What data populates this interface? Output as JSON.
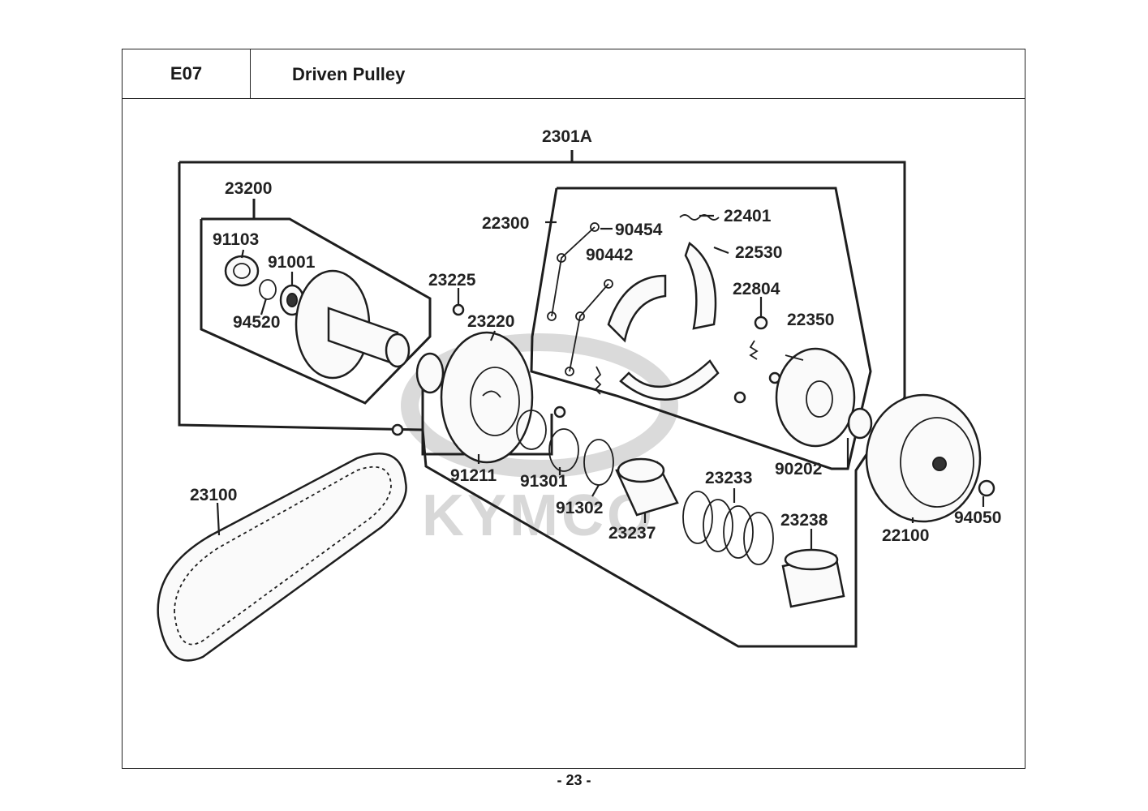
{
  "header": {
    "section_code": "E07",
    "title": "Driven Pulley"
  },
  "watermark": "KYMCO",
  "footer": {
    "page": "- 23 -"
  },
  "labels": {
    "p2301A": "2301A",
    "p23200": "23200",
    "p91103": "91103",
    "p91001": "91001",
    "p94520": "94520",
    "p23225": "23225",
    "p23220": "23220",
    "p22300": "22300",
    "p90454": "90454",
    "p22401": "22401",
    "p90442": "90442",
    "p22530": "22530",
    "p22804": "22804",
    "p22350": "22350",
    "p90202": "90202",
    "p91211": "91211",
    "p91301": "91301",
    "p91302": "91302",
    "p23237": "23237",
    "p23233": "23233",
    "p23238": "23238",
    "p23100": "23100",
    "p22100": "22100",
    "p94050": "94050"
  }
}
